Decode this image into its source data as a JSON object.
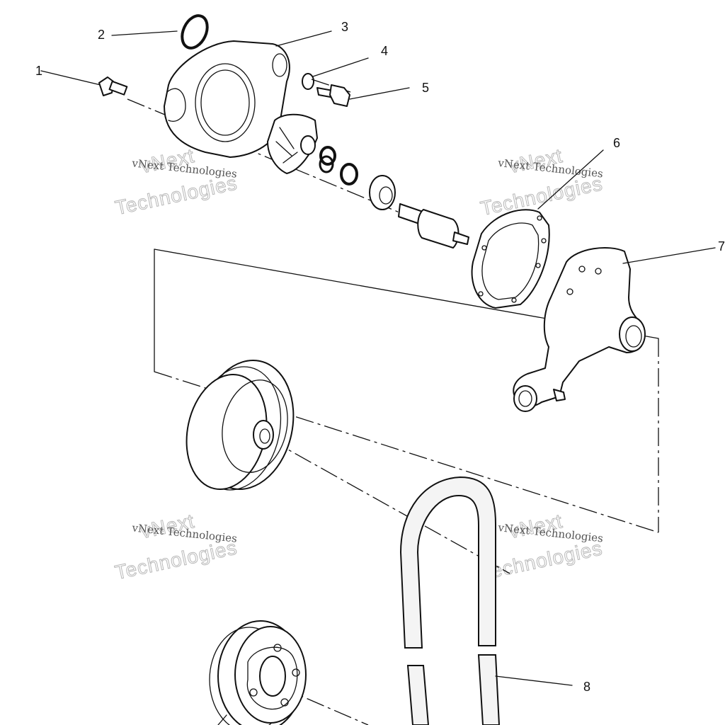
{
  "callouts": [
    {
      "id": "1",
      "label": "1"
    },
    {
      "id": "2",
      "label": "2"
    },
    {
      "id": "3",
      "label": "3"
    },
    {
      "id": "4",
      "label": "4"
    },
    {
      "id": "5",
      "label": "5"
    },
    {
      "id": "6",
      "label": "6"
    },
    {
      "id": "7",
      "label": "7"
    },
    {
      "id": "8",
      "label": "8"
    }
  ],
  "watermark": {
    "line1": "vNext Technologies",
    "line2a": "vNext",
    "line2b": "Technologies"
  }
}
